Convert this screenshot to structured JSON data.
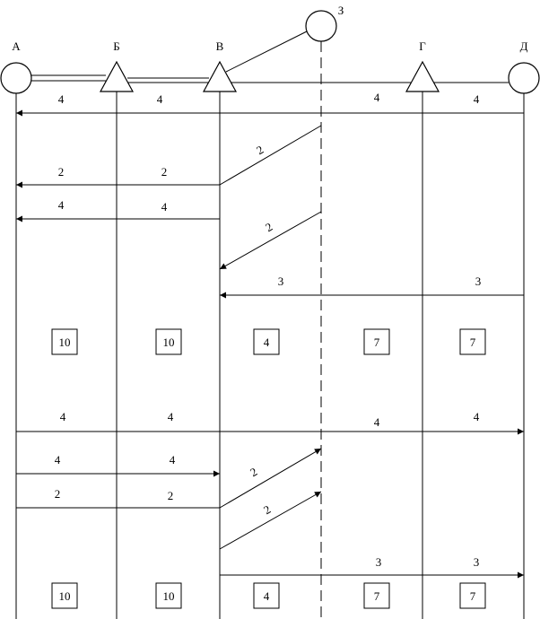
{
  "nodes": {
    "a": "А",
    "b": "Б",
    "v": "В",
    "z": "З",
    "g": "Г",
    "d": "Д"
  },
  "arrows": {
    "r1": [
      "4",
      "4",
      "4",
      "4"
    ],
    "r2": [
      "2",
      "2",
      "2"
    ],
    "r3": [
      "4",
      "4"
    ],
    "r4": [
      "2"
    ],
    "r5": [
      "3",
      "3"
    ],
    "r6": [
      "4",
      "4",
      "4",
      "4"
    ],
    "r7": [
      "4",
      "4",
      "2"
    ],
    "r8": [
      "2",
      "2"
    ],
    "r9": [
      "2"
    ],
    "r10": [
      "3",
      "3"
    ]
  },
  "totals": {
    "top": [
      "10",
      "10",
      "4",
      "7",
      "7"
    ],
    "bottom": [
      "10",
      "10",
      "4",
      "7",
      "7"
    ]
  }
}
